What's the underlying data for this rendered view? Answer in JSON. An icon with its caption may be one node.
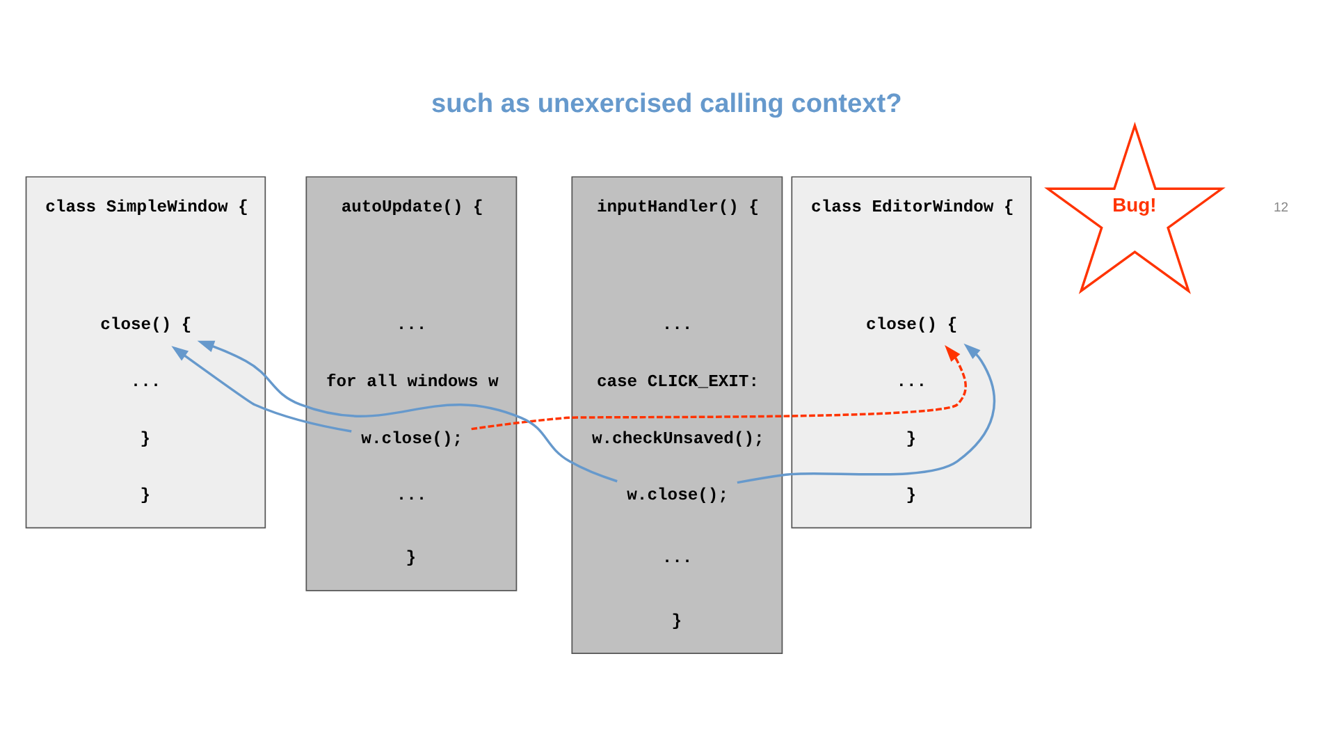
{
  "diagram": {
    "title": "such as unexercised calling context?",
    "nodes": [
      {
        "text": [],
        "shape": "box"
      },
      {
        "text": [
          "class SimpleWindow {"
        ],
        "in": 0
      },
      {
        "text": [
          "close() {"
        ],
        "in": 0
      },
      {
        "text": [
          "..."
        ],
        "in": 0
      },
      {
        "text": [
          "}"
        ],
        "in": 0
      },
      {
        "text": [
          "}"
        ],
        "in": 0
      },
      {
        "text": [],
        "shape": "box"
      },
      {
        "text": [
          "autoUpdate() {"
        ],
        "in": 6
      },
      {
        "text": [
          "..."
        ],
        "in": 6
      },
      {
        "text": [
          "for all windows w"
        ],
        "in": 6
      },
      {
        "text": [
          "w.close();"
        ],
        "in": 6
      },
      {
        "text": [
          "..."
        ],
        "in": 6
      },
      {
        "text": [
          "}"
        ],
        "in": 6
      },
      {
        "text": [],
        "shape": "box"
      },
      {
        "text": [
          "inputHandler() {"
        ],
        "in": 13
      },
      {
        "text": [
          "..."
        ],
        "in": 13
      },
      {
        "text": [
          "case CLICK_EXIT:"
        ],
        "in": 13
      },
      {
        "text": [
          "w.checkUnsaved();"
        ],
        "in": 13
      },
      {
        "text": [
          "w.close();"
        ],
        "in": 13
      },
      {
        "text": [
          "..."
        ],
        "in": 13
      },
      {
        "text": [
          "}"
        ],
        "in": 13
      },
      {
        "text": [],
        "shape": "box"
      },
      {
        "text": [
          "class EditorWindow {"
        ],
        "in": 21
      },
      {
        "text": [
          "close() {"
        ],
        "in": 21
      },
      {
        "text": [
          "..."
        ],
        "in": 21
      },
      {
        "text": [
          "}"
        ],
        "in": 21
      },
      {
        "text": [
          "}"
        ],
        "in": 21
      },
      {
        "text": [
          "Bug!"
        ]
      }
    ],
    "edges": [
      {
        "from": 10,
        "to": 2,
        "arrow": "to"
      },
      {
        "from": 18,
        "to": 2,
        "arrow": "to"
      },
      {
        "from": 18,
        "to": 23,
        "arrow": "to"
      },
      {
        "from": 10,
        "to": 23,
        "arrow": "to",
        "style": "dashed",
        "color": "#ff3300"
      }
    ],
    "labels": [
      "12"
    ]
  }
}
